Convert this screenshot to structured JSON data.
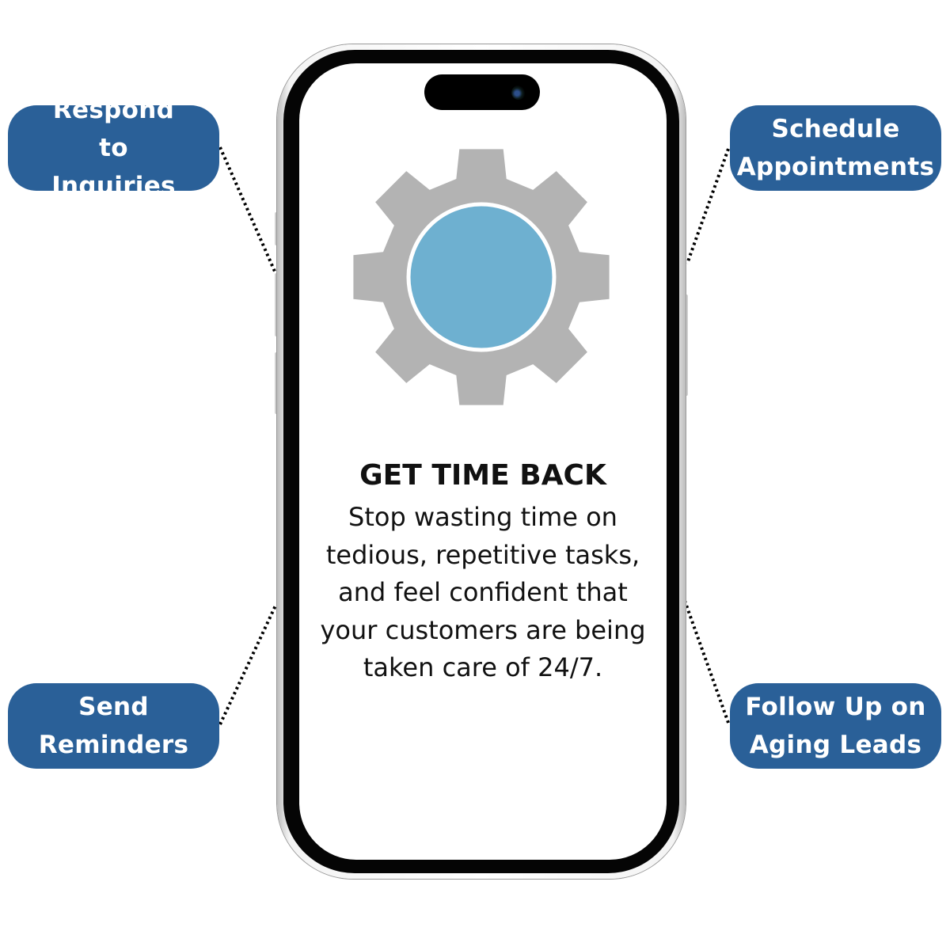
{
  "callouts": {
    "top_left": "Respond to Inquiries",
    "top_right": "Schedule Appointments",
    "bottom_left": "Send Reminders",
    "bottom_right": "Follow Up on Aging Leads"
  },
  "screen": {
    "icon": "gear-icon",
    "title": "GET TIME BACK",
    "body": "Stop wasting time on tedious, repetitive tasks, and feel confident that your customers are being taken care of 24/7."
  },
  "colors": {
    "callout": "#2a6098",
    "gear": "#b3b3b3",
    "gear_center": "#6eb0d0"
  }
}
